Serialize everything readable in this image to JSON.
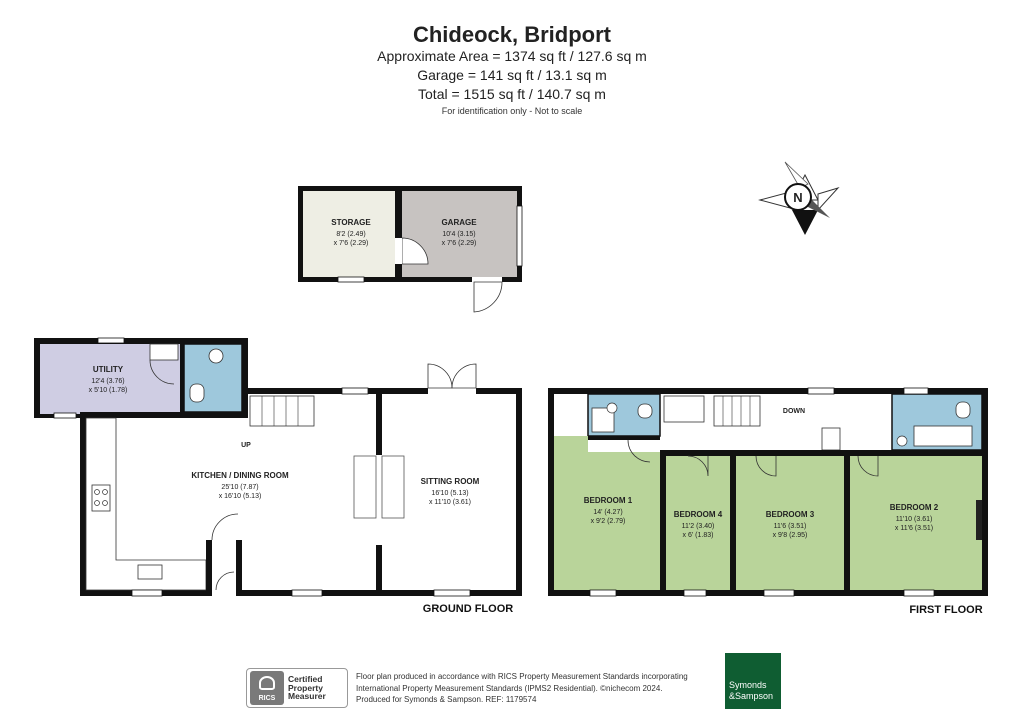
{
  "header": {
    "title": "Chideock, Bridport",
    "area_line": "Approximate Area = 1374 sq ft / 127.6 sq m",
    "garage_line": "Garage = 141 sq ft / 13.1 sq m",
    "total_line": "Total = 1515 sq ft / 140.7 sq m",
    "note": "For identification only - Not to scale"
  },
  "compass": {
    "label": "N"
  },
  "rooms": {
    "storage": {
      "name": "STORAGE",
      "dim1": "8'2 (2.49)",
      "dim2": "x 7'6 (2.29)"
    },
    "garage": {
      "name": "GARAGE",
      "dim1": "10'4 (3.15)",
      "dim2": "x 7'6 (2.29)"
    },
    "utility": {
      "name": "UTILITY",
      "dim1": "12'4 (3.76)",
      "dim2": "x 5'10 (1.78)"
    },
    "kitchen": {
      "name": "KITCHEN / DINING ROOM",
      "dim1": "25'10 (7.87)",
      "dim2": "x 16'10 (5.13)"
    },
    "sitting": {
      "name": "SITTING ROOM",
      "dim1": "16'10 (5.13)",
      "dim2": "x 11'10 (3.61)"
    },
    "bedroom1": {
      "name": "BEDROOM 1",
      "dim1": "14' (4.27)",
      "dim2": "x 9'2 (2.79)"
    },
    "bedroom4": {
      "name": "BEDROOM 4",
      "dim1": "11'2 (3.40)",
      "dim2": "x 6' (1.83)"
    },
    "bedroom3": {
      "name": "BEDROOM 3",
      "dim1": "11'6 (3.51)",
      "dim2": "x 9'8 (2.95)"
    },
    "bedroom2": {
      "name": "BEDROOM 2",
      "dim1": "11'10 (3.61)",
      "dim2": "x 11'6 (3.51)"
    }
  },
  "labels": {
    "up": "UP",
    "down": "DOWN",
    "ground_floor": "GROUND FLOOR",
    "first_floor": "FIRST FLOOR"
  },
  "footer": {
    "rics_badge": "RICS",
    "rics_text": "Certified\nProperty\nMeasurer",
    "legal_line1": "Floor plan produced in accordance with RICS Property Measurement Standards incorporating",
    "legal_line2": "International Property Measurement Standards (IPMS2 Residential). ©nichecom 2024.",
    "legal_line3": "Produced for Symonds & Sampson.   REF:  1179574",
    "brand_line1": "Symonds",
    "brand_line2": "&Sampson"
  },
  "colors": {
    "bedroom_green": "#b9d49a",
    "garage_grey": "#c7c3c1",
    "storage_cream": "#eeeee4",
    "utility_lilac": "#cfcde3",
    "bathroom_blue": "#9ec8dc",
    "wall": "#111111",
    "brand_green": "#0f5d32"
  }
}
